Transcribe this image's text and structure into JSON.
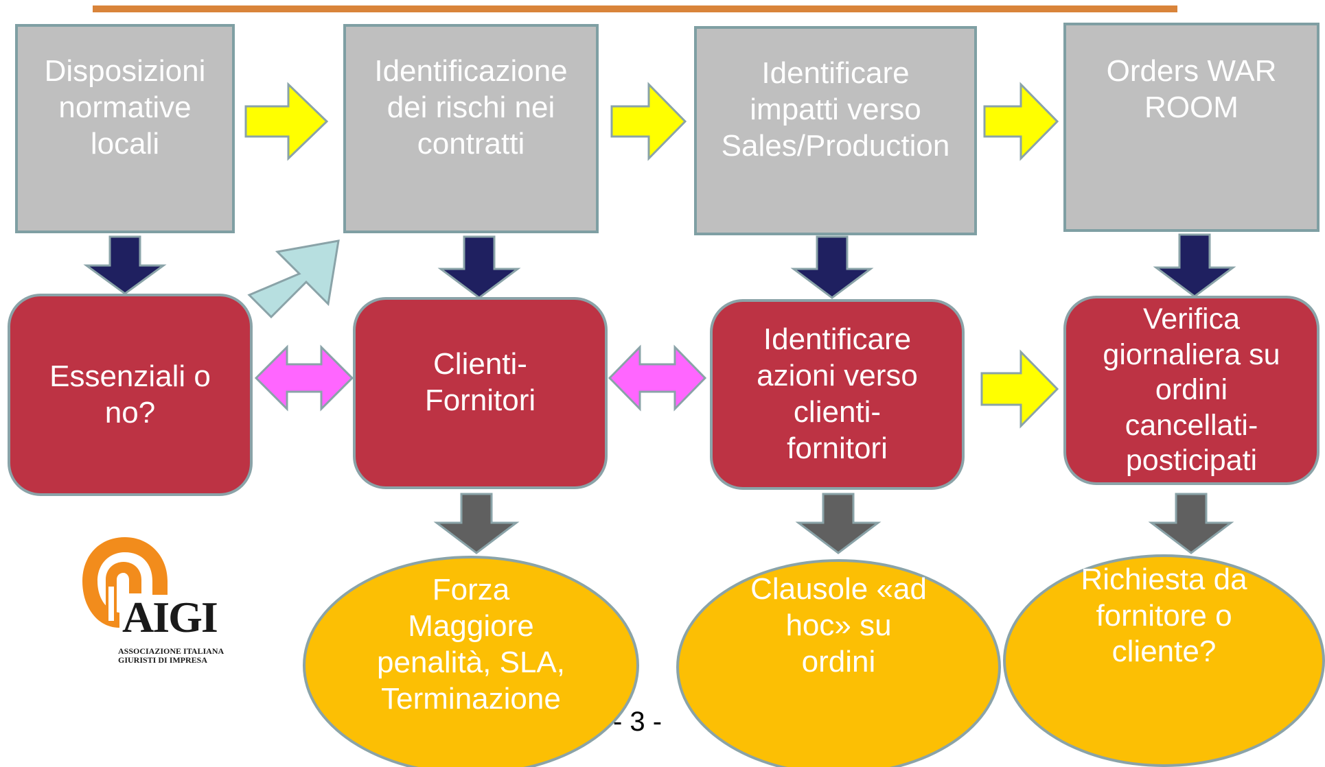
{
  "colors": {
    "top_rule": "#d9843a",
    "gray_box": "#bfbfbf",
    "red_box": "#bd3344",
    "oval": "#fcbf04",
    "arrow_navy": "#1f2060",
    "arrow_yellow": "#ffff00",
    "arrow_magenta": "#ff66ff",
    "arrow_lightblue": "#b7dfe0",
    "arrow_gray": "#606060"
  },
  "row1": [
    "Disposizioni\nnormative\nlocali",
    "Identificazione\ndei rischi nei\ncontratti",
    "Identificare\nimpatti verso\nSales/Production",
    "Orders WAR\nROOM"
  ],
  "row2": [
    "Essenziali o\nno?",
    "Clienti-\nFornitori",
    "Identificare\nazioni verso\nclienti-\nfornitori",
    "Verifica\ngiornaliera su\nordini\ncancellati-\nposticipati"
  ],
  "row3": [
    "Forza\nMaggiore\npenalità, SLA,\nTerminazione",
    "Clausole «ad\nhoc» su\nordini",
    "Richiesta da\nfornitore o\ncliente?"
  ],
  "page_number": "- 3 -",
  "logo": {
    "name": "AIGI",
    "subtitle": "ASSOCIAZIONE ITALIANA\nGIURISTI DI IMPRESA"
  }
}
